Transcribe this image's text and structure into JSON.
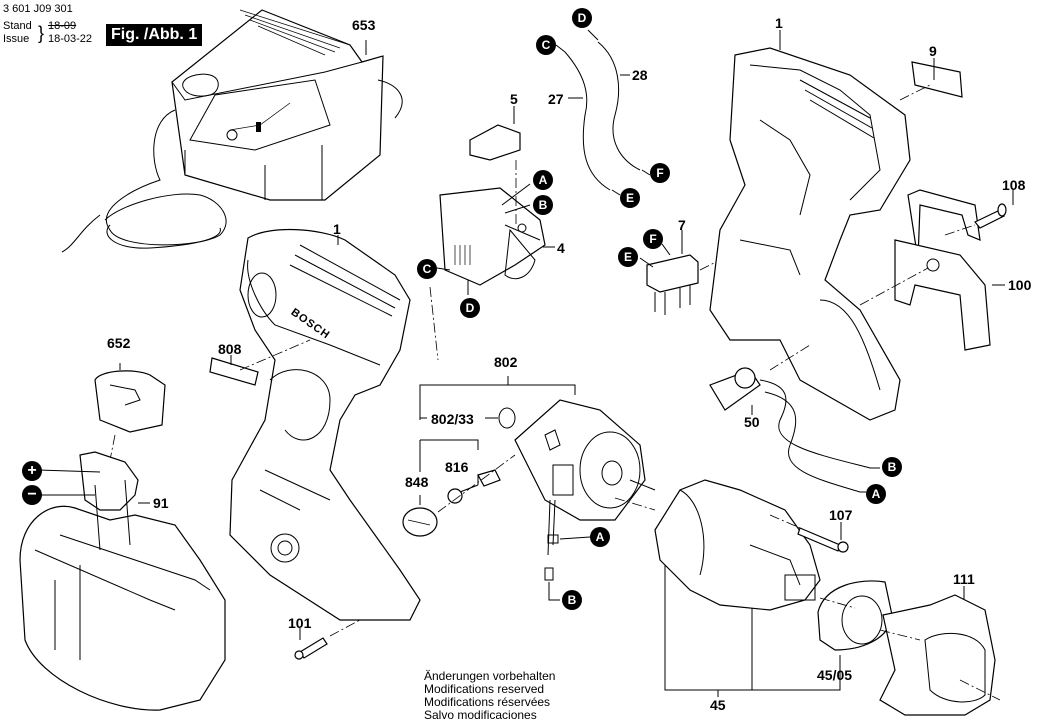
{
  "header": {
    "part_number": "3 601 J09 301",
    "stand_label": "Stand",
    "issue_label": "Issue",
    "old_date": "18-09",
    "date": "18-03-22",
    "figure_label": "Fig. /Abb. 1"
  },
  "parts": {
    "p653": "653",
    "p1_top_left": "1",
    "p1_top_right": "1",
    "p5": "5",
    "p4": "4",
    "p27": "27",
    "p28": "28",
    "p7": "7",
    "p9": "9",
    "p108": "108",
    "p100": "100",
    "p50": "50",
    "p652": "652",
    "p808": "808",
    "p802": "802",
    "p802_33": "802/33",
    "p816": "816",
    "p848": "848",
    "p91": "91",
    "p101": "101",
    "p107": "107",
    "p111": "111",
    "p45": "45",
    "p45_05": "45/05"
  },
  "connectors": {
    "a_switch": "A",
    "b_switch": "B",
    "c_switch": "C",
    "d_switch": "D",
    "c_wire": "C",
    "d_wire": "D",
    "e_wire": "E",
    "f_wire": "F",
    "e_plug": "E",
    "f_plug": "F",
    "a_motor": "A",
    "b_motor": "B",
    "b_led": "B",
    "a_led": "A",
    "plus": "+",
    "minus": "−"
  },
  "brand_mark": "BOSCH",
  "footer": {
    "lines": [
      "Änderungen vorbehalten",
      "Modifications reserved",
      "Modifications réservées",
      "Salvo modificaciones"
    ]
  }
}
